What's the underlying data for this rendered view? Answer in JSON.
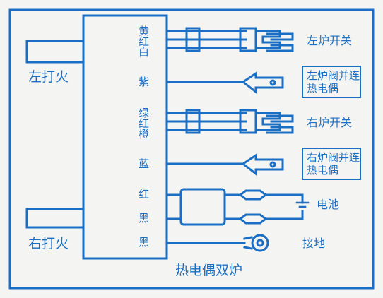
{
  "colors": {
    "line": "#1a6fc4",
    "background": "#f4f5f3"
  },
  "side_labels": {
    "left_ignition": "左打火",
    "right_ignition": "右打火"
  },
  "wire_labels": {
    "yellow": "黄",
    "red1": "红",
    "white": "白",
    "purple": "紫",
    "green": "绿",
    "red2": "红",
    "orange": "橙",
    "blue": "蓝",
    "red3": "红",
    "black1": "黑",
    "black2": "黑"
  },
  "devices": {
    "left_switch": "左炉开关",
    "left_valve": "左炉阀并连热电偶",
    "right_switch": "右炉开关",
    "right_valve": "右炉阀并连热电偶",
    "battery": "电池",
    "ground": "接地"
  },
  "title": "热电偶双炉"
}
